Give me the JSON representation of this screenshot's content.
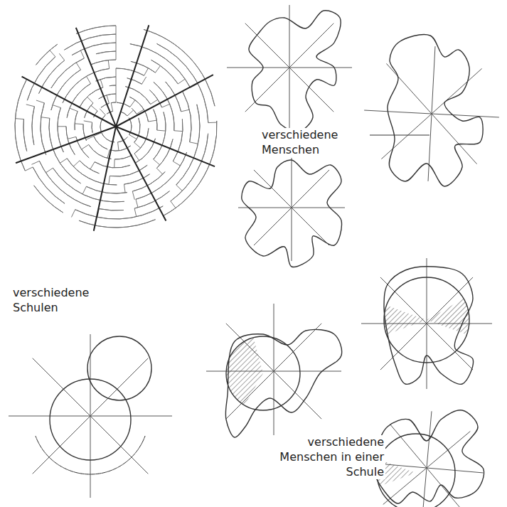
{
  "diagram": {
    "labels": [
      "verschiedene Menschen",
      "verschiedene Schulen",
      "verschiedene Menschen in einer Schule"
    ]
  }
}
